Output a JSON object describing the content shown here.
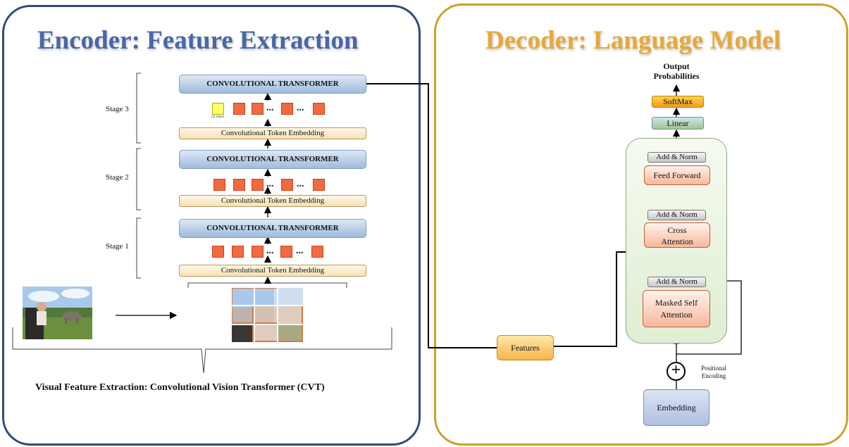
{
  "encoder": {
    "title": "Encoder: Feature Extraction",
    "stages": [
      {
        "label": "Stage 3",
        "transformer": "CONVOLUTIONAL TRANSFORMER",
        "embedding": "Convolutional Token Embedding"
      },
      {
        "label": "Stage 2",
        "transformer": "CONVOLUTIONAL TRANSFORMER",
        "embedding": "Convolutional Token Embedding"
      },
      {
        "label": "Stage 1",
        "transformer": "CONVOLUTIONAL TRANSFORMER",
        "embedding": "Convolutional Token Embedding"
      }
    ],
    "cls_token_label": "cls token",
    "dots": "...",
    "caption": "Visual Feature Extraction: Convolutional Vision Transformer (CVT)"
  },
  "decoder": {
    "title": "Decoder: Language Model",
    "output_line1": "Output",
    "output_line2": "Probabilities",
    "softmax": "SoftMax",
    "linear": "Linear",
    "add_norm": "Add & Norm",
    "feed_forward": "Feed Forward",
    "cross_attention_line1": "Cross",
    "cross_attention_line2": "Attention",
    "masked_line1": "Masked Self",
    "masked_line2": "Attention",
    "features": "Features",
    "plus": "+",
    "positional_line1": "Positional",
    "positional_line2": "Encoding",
    "embedding": "Embedding"
  },
  "colors": {
    "encoder_border": "#2f4b7c",
    "decoder_border": "#c9a227",
    "encoder_title": "#4867a8",
    "decoder_title": "#e6a93a",
    "token": "#f26a40",
    "cls_token": "#ffff66"
  }
}
